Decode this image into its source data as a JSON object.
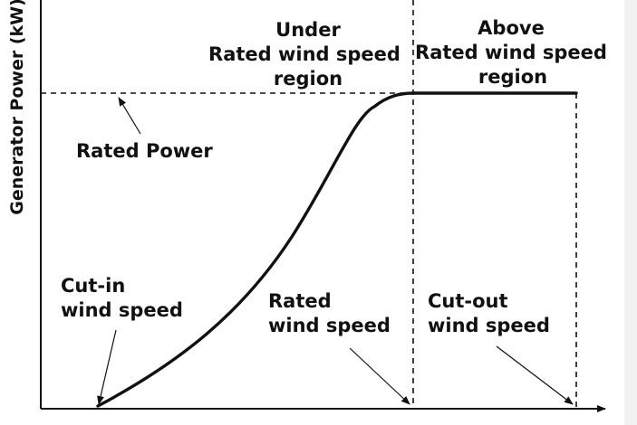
{
  "y_axis_label": "Generator Power (kW)",
  "regions": {
    "under": [
      "Under",
      "Rated wind speed",
      "region"
    ],
    "above": [
      "Above",
      "Rated wind speed",
      "region"
    ]
  },
  "annotations": {
    "rated_power": "Rated Power",
    "cut_in": [
      "Cut-in",
      "wind speed"
    ],
    "rated_speed": [
      "Rated",
      "wind speed"
    ],
    "cut_out": [
      "Cut-out",
      "wind speed"
    ]
  },
  "colors": {
    "ink": "#111111",
    "background": "#ffffff"
  }
}
